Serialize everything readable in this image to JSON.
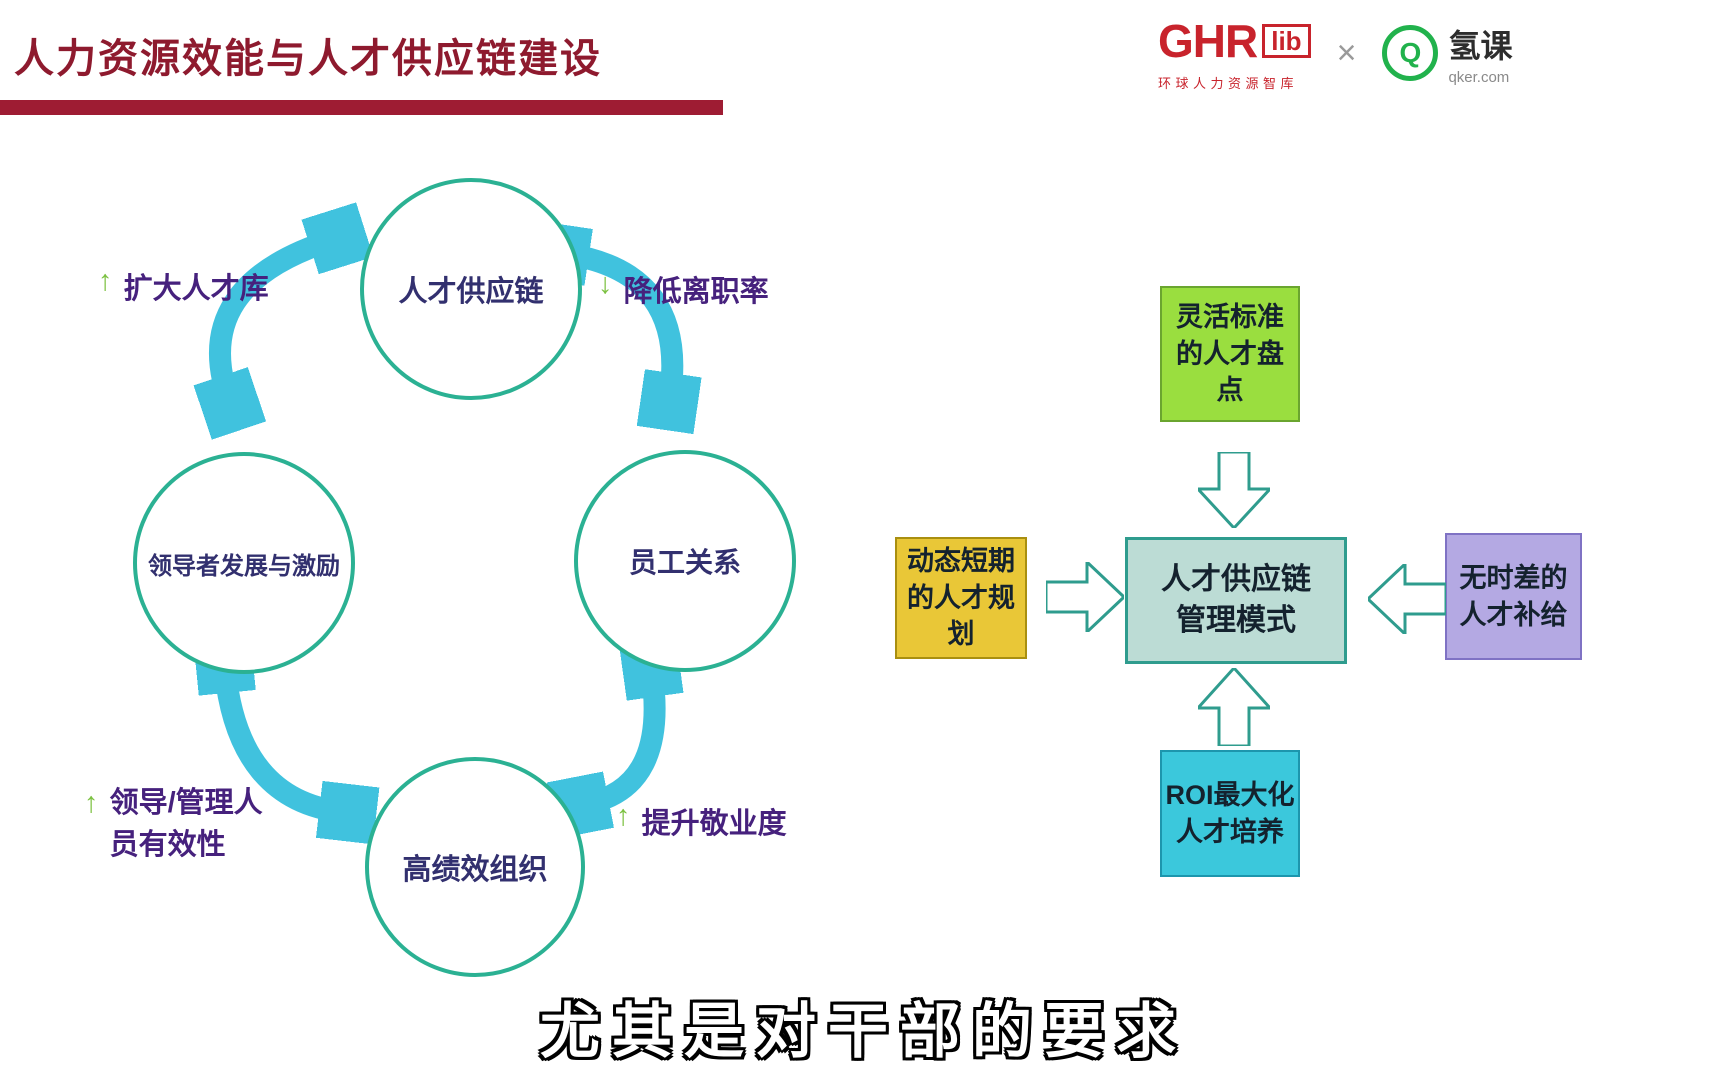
{
  "header": {
    "title": "人力资源效能与人才供应链建设",
    "ghr_logo": {
      "text": "GHR",
      "lib": "lib",
      "subtitle": "环球人力资源智库"
    },
    "separator": "×",
    "qker_logo": {
      "q": "Q",
      "name": "氢课",
      "domain": "qker.com"
    }
  },
  "cycle": {
    "nodes": [
      {
        "label": "人才供应链"
      },
      {
        "label": "领导者发展与激励"
      },
      {
        "label": "员工关系"
      },
      {
        "label": "高绩效组织"
      }
    ],
    "annotations": [
      {
        "arrow": "↑",
        "lines": [
          "扩大人才库"
        ]
      },
      {
        "arrow": "↓",
        "lines": [
          "降低离职率"
        ]
      },
      {
        "arrow": "↑",
        "lines": [
          "领导/管理人",
          "员有效性"
        ]
      },
      {
        "arrow": "↑",
        "lines": [
          "提升敬业度"
        ]
      }
    ]
  },
  "model": {
    "center": [
      "人才供应链",
      "管理模式"
    ],
    "top": [
      "灵活标准",
      "的人才盘",
      "点"
    ],
    "left": [
      "动态短期",
      "的人才规",
      "划"
    ],
    "right": [
      "无时差的",
      "人才补给"
    ],
    "bottom": [
      "ROI最大化",
      "人才培养"
    ]
  },
  "caption": "尤其是对干部的要求",
  "colors": {
    "title": "#8e1a2e",
    "accent_bar": "#9e1c33",
    "ghr_red": "#c8232c",
    "qker_green": "#21b24c",
    "circle_border": "#2bb193",
    "cycle_arrow": "#40c2de",
    "node_text": "#32306f",
    "annotation_text": "#46217d",
    "annotation_arrow": "#7cc142",
    "box_green": "#9ade3f",
    "box_yellow": "#e9c737",
    "box_purple": "#b4a9e3",
    "box_cyan": "#3bc8dc",
    "box_center_bg": "#bcdcd5",
    "box_center_border": "#2f9c8e"
  }
}
